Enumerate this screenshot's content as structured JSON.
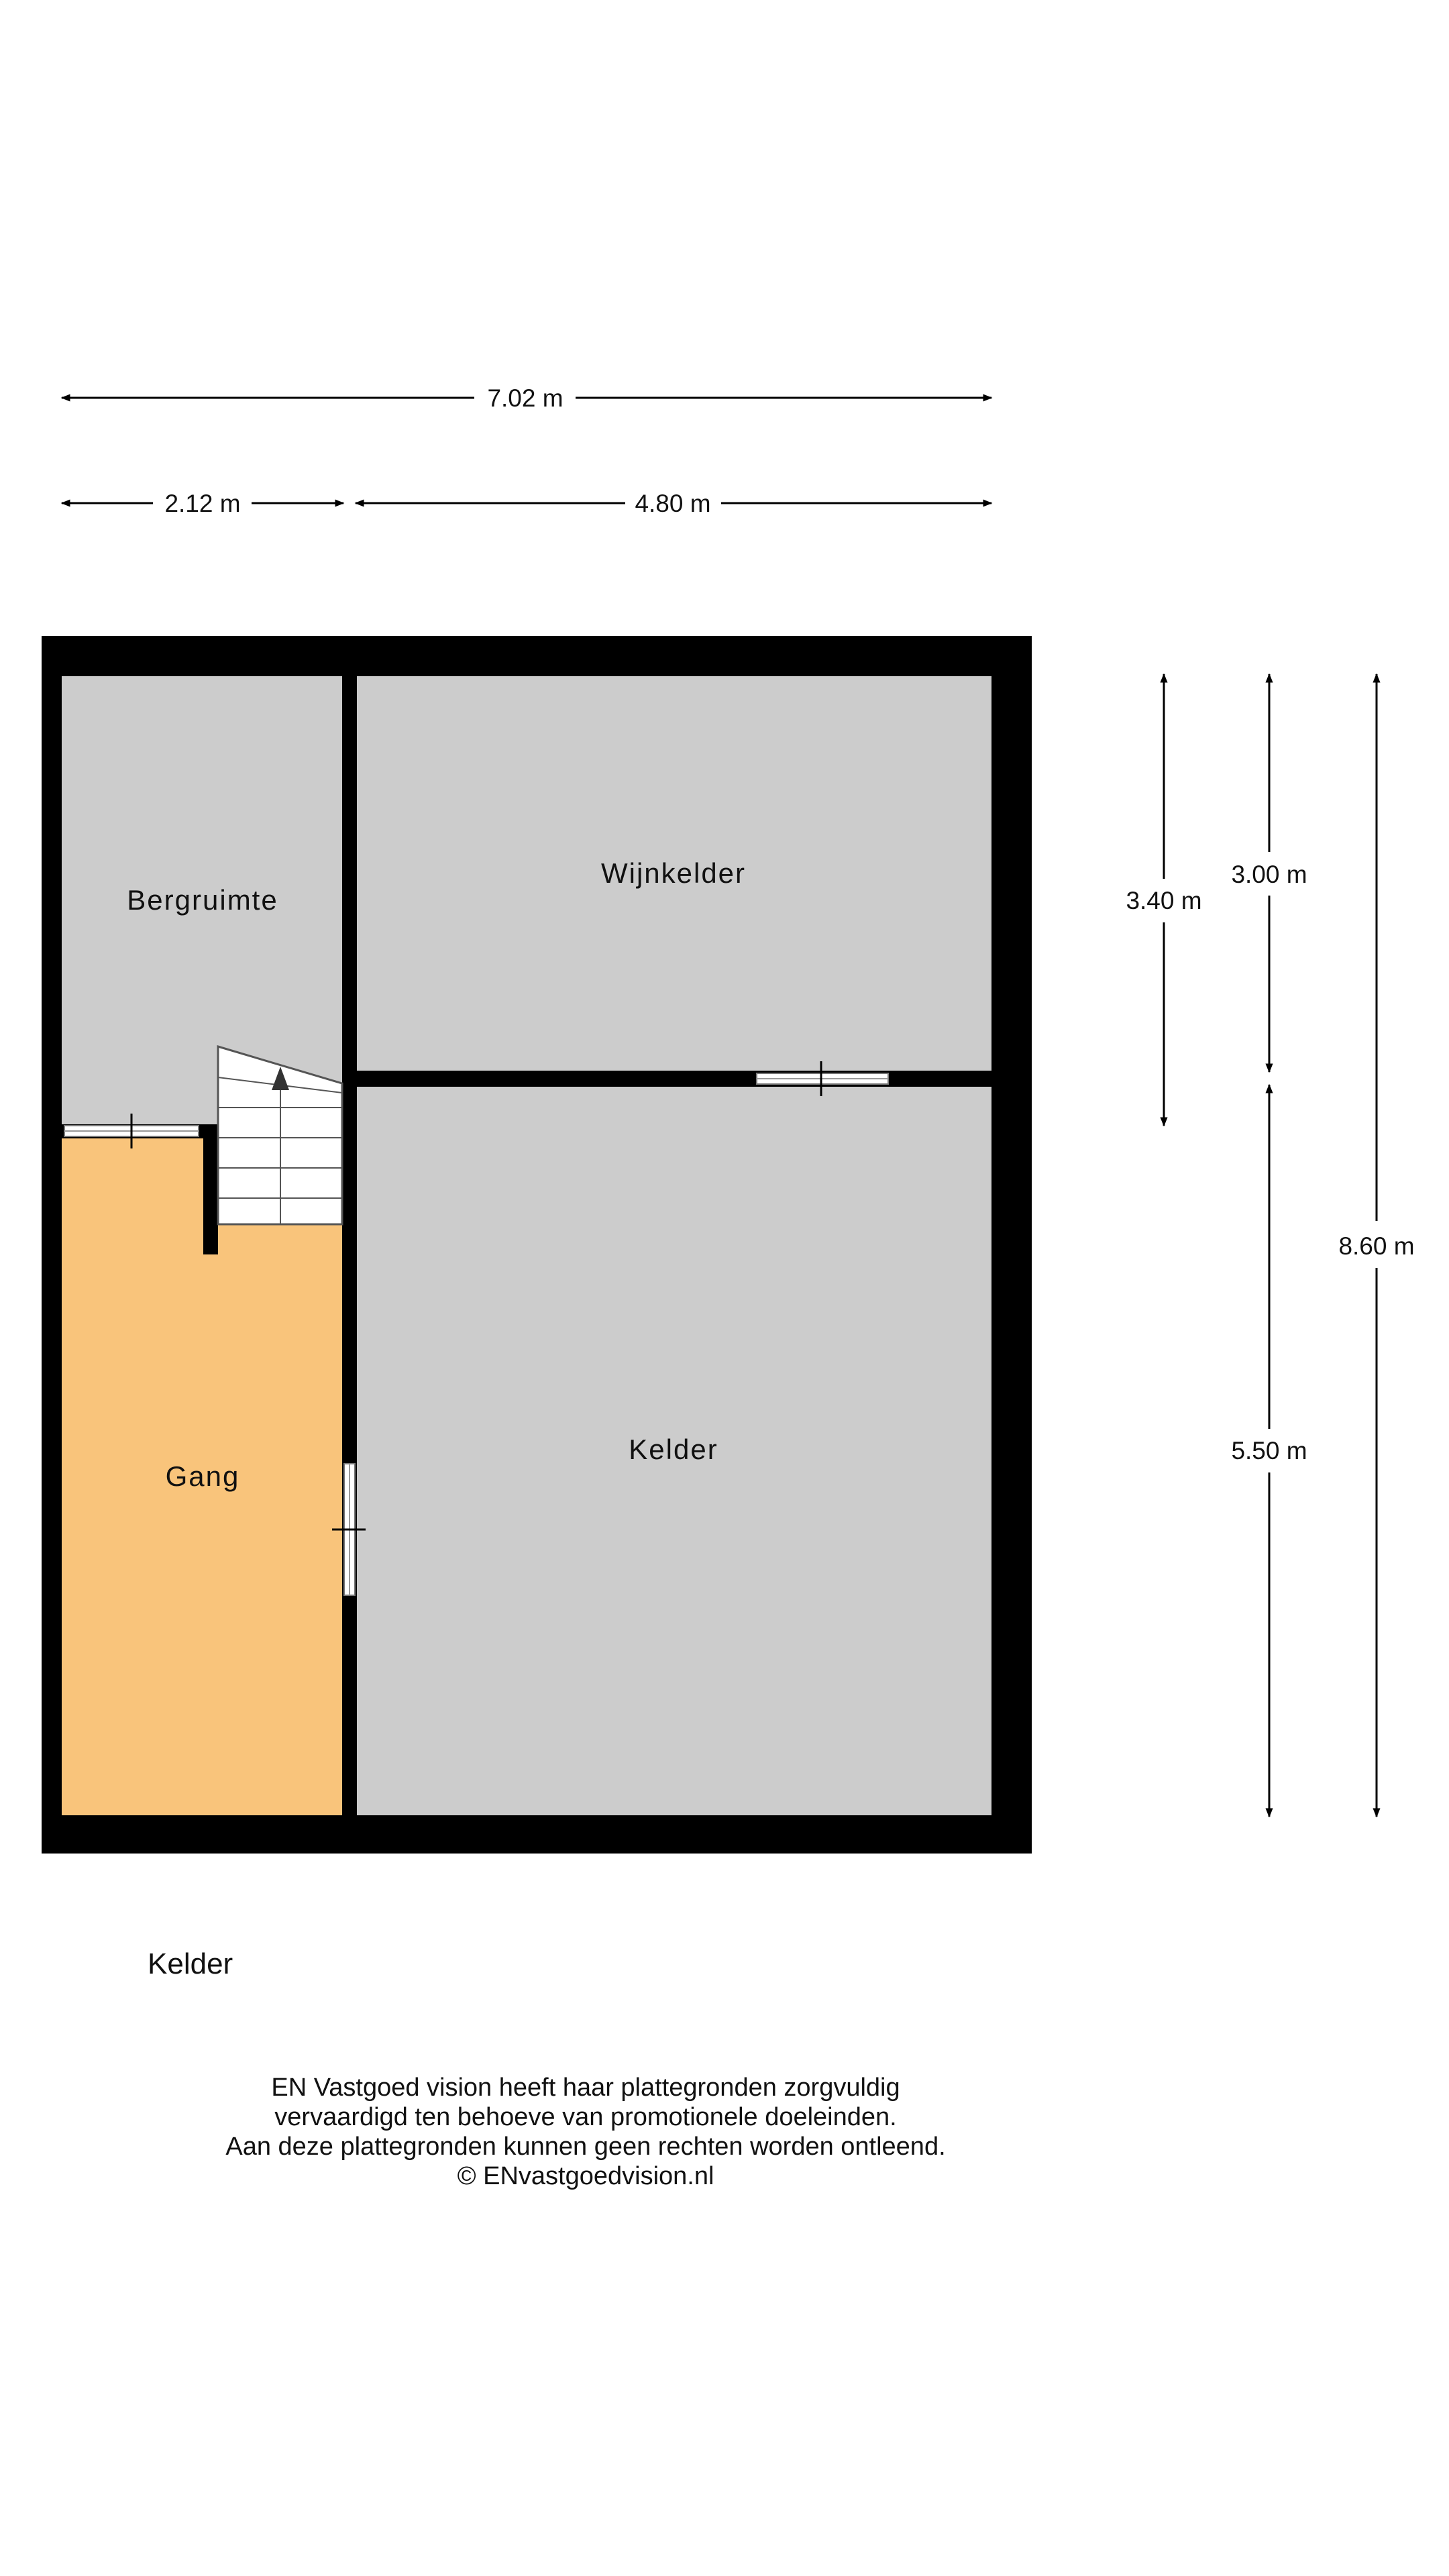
{
  "dimensions": {
    "top_total": "7.02 m",
    "top_left": "2.12 m",
    "top_right": "4.80 m",
    "right_a": "3.40 m",
    "right_b": "3.00 m",
    "right_c": "5.50 m",
    "right_total": "8.60 m"
  },
  "rooms": {
    "bergruimte": "Bergruimte",
    "wijnkelder": "Wijnkelder",
    "gang": "Gang",
    "kelder": "Kelder"
  },
  "colors": {
    "wall": "#000000",
    "room_fill": "#cccccc",
    "hallway_fill": "#f9c47b",
    "stairs": "#ffffff"
  },
  "floor_label": "Kelder",
  "disclaimer": {
    "line1": "EN Vastgoed vision heeft haar plattegronden zorgvuldig",
    "line2": "vervaardigd ten behoeve van promotionele doeleinden.",
    "line3": "Aan deze plattegronden kunnen geen rechten worden ontleend.",
    "line4": "© ENvastgoedvision.nl"
  }
}
